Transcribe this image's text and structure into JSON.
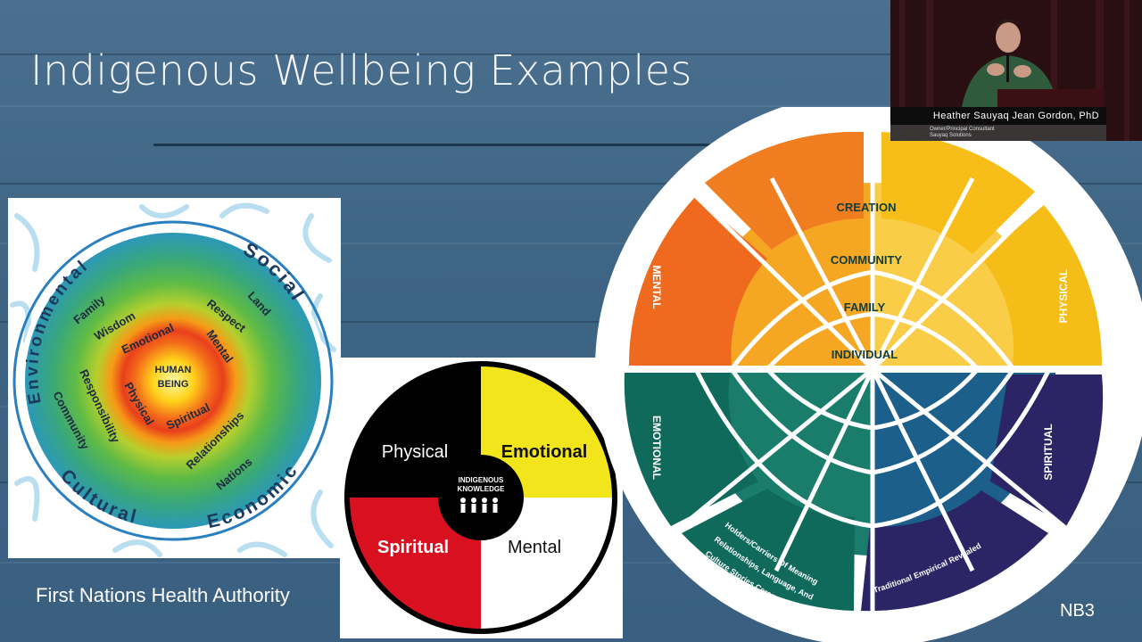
{
  "slide": {
    "title": "Indigenous Wellbeing Examples",
    "caption": "First Nations Health Authority",
    "code": "NB3"
  },
  "fnha_model": {
    "center": [
      "HUMAN",
      "BEING"
    ],
    "outer_ring": [
      "Environmental",
      "Social",
      "Economic",
      "Cultural"
    ],
    "inner_terms": [
      "Family",
      "Land",
      "Wisdom",
      "Respect",
      "Emotional",
      "Mental",
      "Physical",
      "Spiritual",
      "Responsibility",
      "Relationships",
      "Community",
      "Nations"
    ]
  },
  "medicine_wheel": {
    "quadrants": [
      "Physical",
      "Emotional",
      "Spiritual",
      "Mental"
    ],
    "center": [
      "INDIGENOUS",
      "KNOWLEDGE"
    ],
    "colors": {
      "black": "#000000",
      "yellow": "#f3e51c",
      "red": "#d8101f",
      "white": "#ffffff"
    }
  },
  "web_wheel": {
    "levels": [
      "CREATION",
      "COMMUNITY",
      "FAMILY",
      "INDIVIDUAL"
    ],
    "sides": [
      "MENTAL",
      "PHYSICAL",
      "EMOTIONAL",
      "SPIRITUAL"
    ],
    "bottom_left": [
      "Holders/Carriers Of Meaning",
      "Relationships, Language, And",
      "Culture Stories Ceremony"
    ],
    "bottom_right": "Traditional Empirical Revealed",
    "colors": {
      "orange": "#ef6a1e",
      "yellow": "#f5bd18",
      "teal": "#106a5c",
      "navy": "#2b2565",
      "blue": "#13537c"
    }
  },
  "webcam": {
    "name": "Heather Sauyaq Jean Gordon, PhD",
    "title_line": "Owner/Principal Consultant",
    "org_line": "Sauyaq Solutions"
  }
}
